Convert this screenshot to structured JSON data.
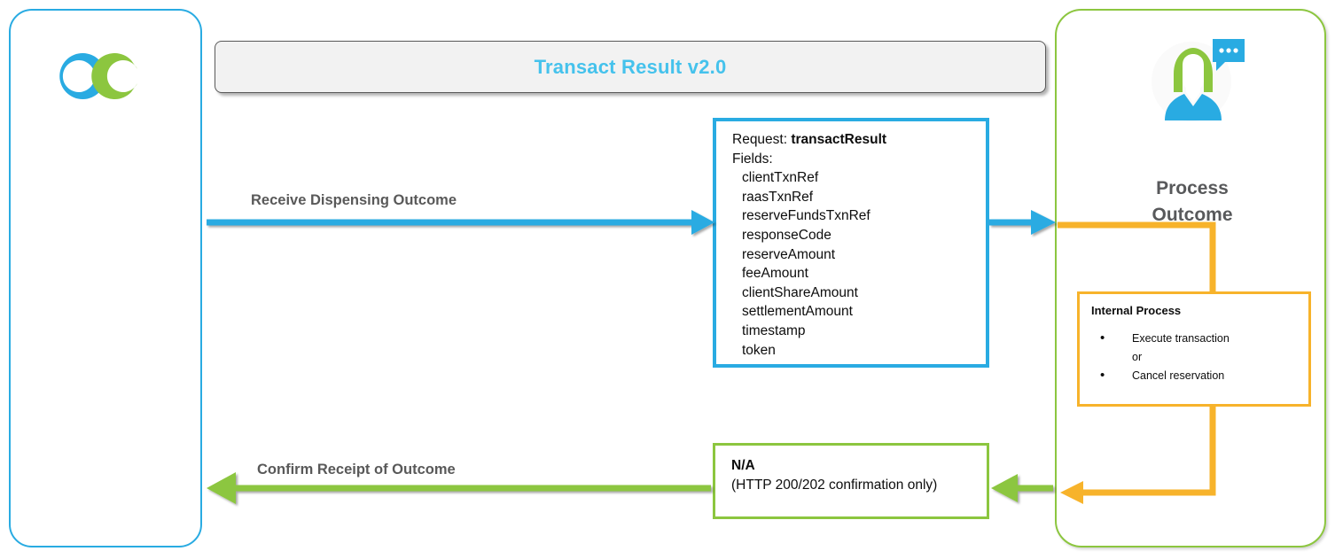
{
  "diagram": {
    "title": "Transact Result v2.0",
    "left_actor": {
      "logo_name": "interlocking-rings-logo"
    },
    "right_actor": {
      "avatar_name": "person-with-speech-bubble-icon",
      "title_line1": "Process",
      "title_line2": "Outcome"
    },
    "flows": [
      {
        "label": "Receive Dispensing Outcome",
        "color": "#29ABE2"
      },
      {
        "label": "Confirm Receipt of Outcome",
        "color": "#8CC63F"
      }
    ],
    "request_box": {
      "header_prefix": "Request: ",
      "header_value": "transactResult",
      "fields_label": "Fields:",
      "fields": [
        "clientTxnRef",
        "raasTxnRef",
        "reserveFundsTxnRef",
        "responseCode",
        "reserveAmount",
        "feeAmount",
        "clientShareAmount",
        "settlementAmount",
        "timestamp",
        "token"
      ]
    },
    "response_box": {
      "title": "N/A",
      "subtitle": "(HTTP 200/202 confirmation only)"
    },
    "internal_process": {
      "title": "Internal Process",
      "items": [
        {
          "text": "Execute transaction",
          "bullet": true
        },
        {
          "text": "or",
          "bullet": false
        },
        {
          "text": "Cancel reservation",
          "bullet": true
        }
      ]
    },
    "colors": {
      "blue": "#29ABE2",
      "green": "#8CC63F",
      "orange": "#F7B32B",
      "title_text": "#45C2EC",
      "label_text": "#595959",
      "title_bar_fill": "#F2F2F2"
    }
  }
}
